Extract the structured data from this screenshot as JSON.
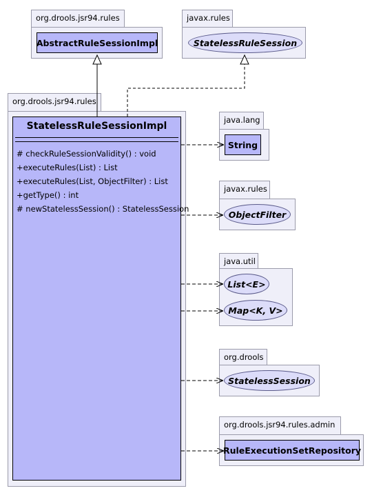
{
  "packages": {
    "drools_jsr94_rules_top": "org.drools.jsr94.rules",
    "javax_rules_top": "javax.rules",
    "drools_jsr94_rules_main": "org.drools.jsr94.rules",
    "java_lang": "java.lang",
    "javax_rules": "javax.rules",
    "java_util": "java.util",
    "org_drools": "org.drools",
    "drools_jsr94_rules_admin": "org.drools.jsr94.rules.admin"
  },
  "classes": {
    "abstract_rule_session_impl": "AbstractRuleSessionImpl",
    "stateless_rule_session": "StatelessRuleSession",
    "stateless_rule_session_impl": "StatelessRuleSessionImpl",
    "string": "String",
    "object_filter": "ObjectFilter",
    "list": "List<E>",
    "map": "Map<K, V>",
    "stateless_session": "StatelessSession",
    "rule_execution_set_repository": "RuleExecutionSetRepository"
  },
  "operations": [
    "# checkRuleSessionValidity() : void",
    "+executeRules(List) : List",
    "+executeRules(List, ObjectFilter) : List",
    "+getType() : int",
    "# newStatelessSession() : StatelessSession"
  ],
  "colors": {
    "class_fill": "#b7b7f9",
    "interface_fill": "#dcdcf9",
    "package_fill": "#efeff9",
    "package_border": "#9a9aaa"
  }
}
